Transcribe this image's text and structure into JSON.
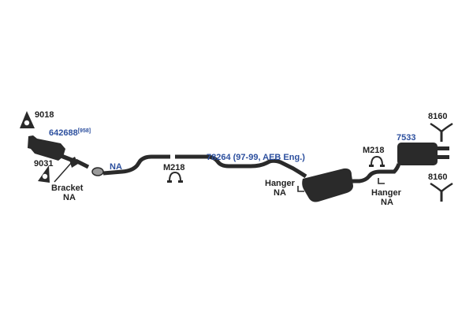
{
  "colors": {
    "pipe": "#2a2a2a",
    "part_number": "#2c4f9e",
    "text": "#222222",
    "background": "#ffffff"
  },
  "parts": {
    "gasket_top": {
      "number": "9018",
      "icon": "triangle-gasket-icon"
    },
    "catalytic": {
      "number": "642688",
      "sup": "[958]",
      "icon": "catalytic-converter-icon"
    },
    "gasket_bottom": {
      "number": "9031",
      "icon": "triangle-gasket-icon"
    },
    "bracket": {
      "label": "Bracket",
      "na": "NA"
    },
    "pipe_na": {
      "label": "NA"
    },
    "clamp_front": {
      "number": "M218",
      "icon": "clamp-icon"
    },
    "intermediate_pipe": {
      "number": "78264 (97-99, AEB Eng.)"
    },
    "hanger_front": {
      "label": "Hanger",
      "na": "NA"
    },
    "clamp_rear": {
      "number": "M218",
      "icon": "clamp-icon"
    },
    "hanger_rear": {
      "label": "Hanger",
      "na": "NA"
    },
    "muffler": {
      "number": "7533",
      "icon": "muffler-icon"
    },
    "hanger_top": {
      "number": "8160",
      "icon": "y-hanger-icon"
    },
    "hanger_bottom": {
      "number": "8160",
      "icon": "y-hanger-icon"
    }
  }
}
